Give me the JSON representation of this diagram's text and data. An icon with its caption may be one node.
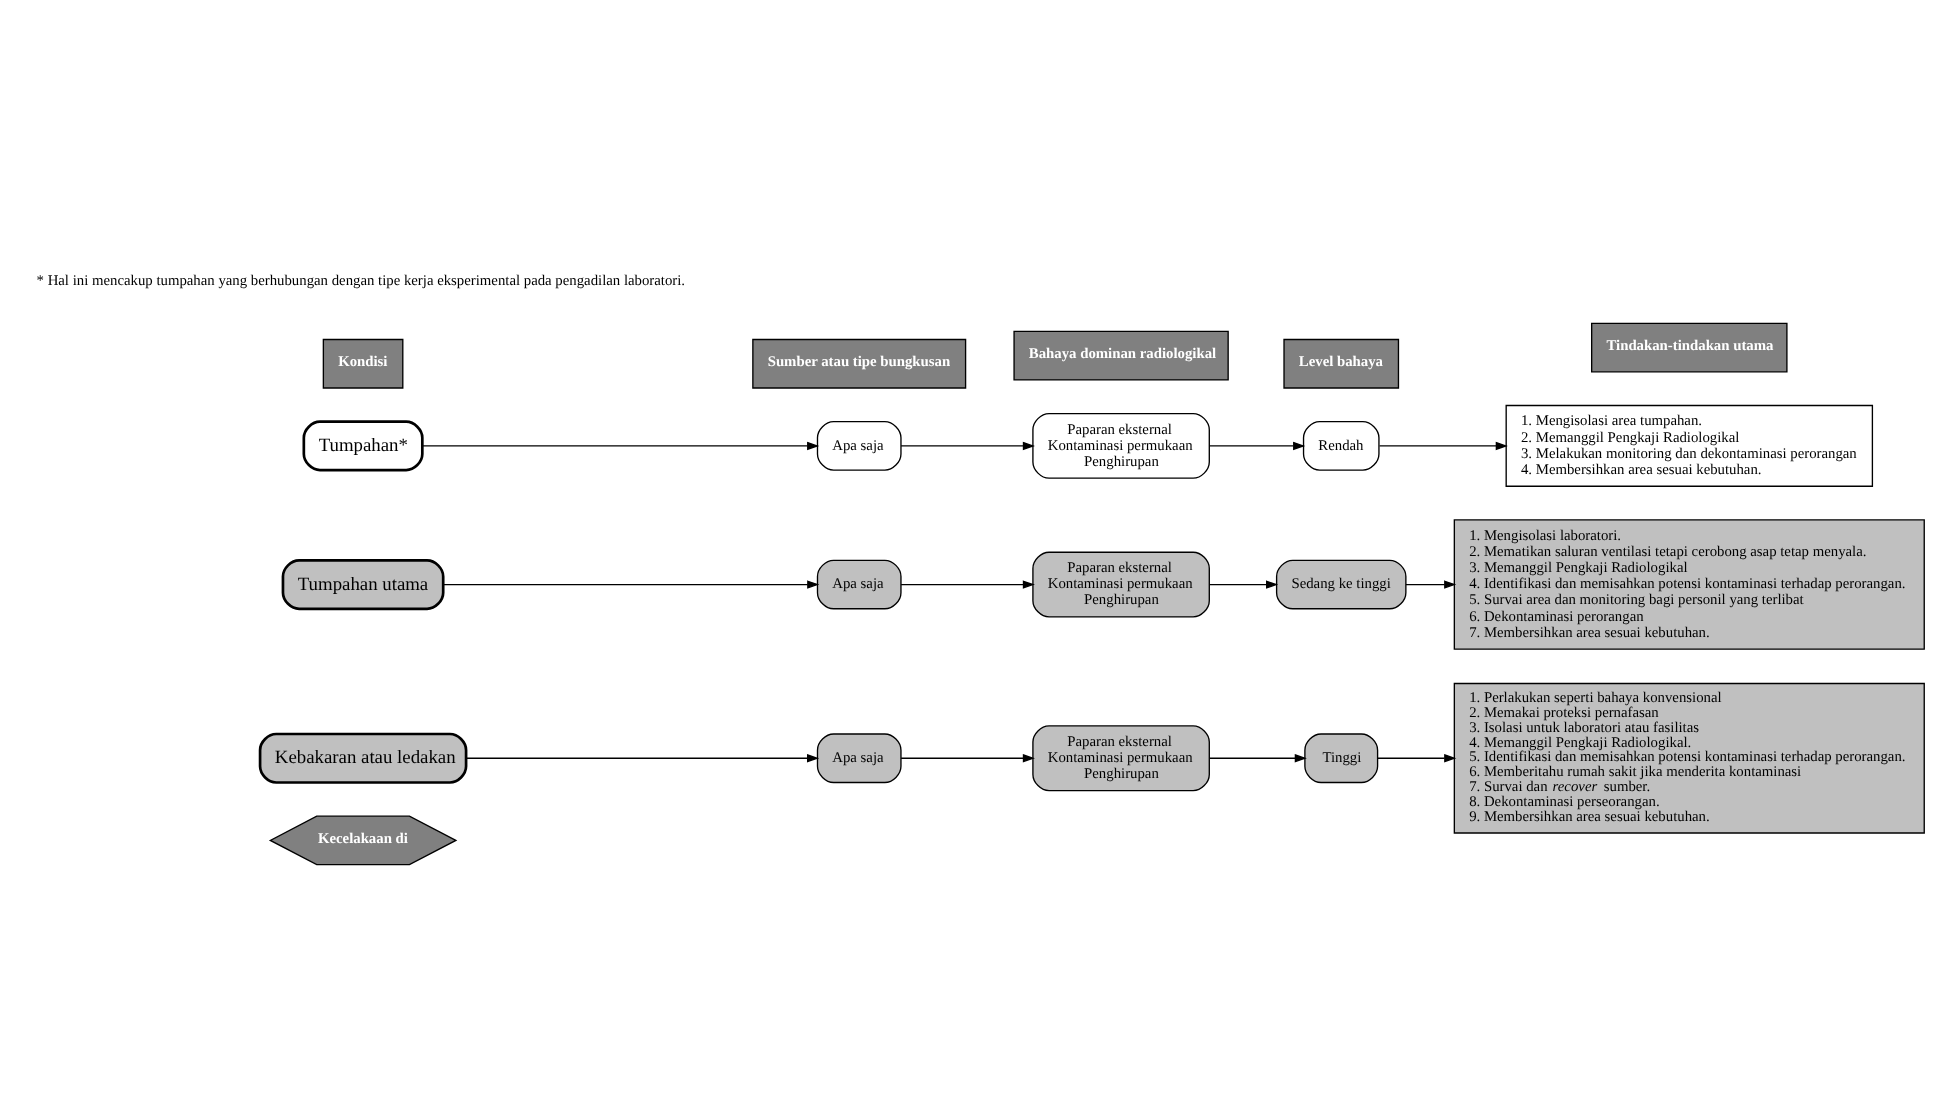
{
  "diagram": {
    "nodes": [
      {
        "text": [
          "Kondisi"
        ]
      },
      {
        "text": [
          "Sumber atau tipe bungkusan"
        ]
      },
      {
        "text": [
          "Bahaya dominan radiologikal"
        ]
      },
      {
        "text": [
          "Level bahaya"
        ]
      },
      {
        "text": [
          "Tindakan-tindakan utama"
        ]
      },
      {
        "text": [
          "Tumpahan*"
        ]
      },
      {
        "text": [
          "Apa saja"
        ]
      },
      {
        "text": [
          "Paparan eksternal",
          "Kontaminasi permukaan",
          "Penghirupan"
        ]
      },
      {
        "text": [
          "Rendah"
        ]
      },
      {
        "text": [
          "1. Mengisolasi area tumpahan.",
          "2. Memanggil Pengkaji Radiologikal",
          "3. Melakukan monitoring dan dekontaminasi perorangan",
          "4. Membersihkan area sesuai kebutuhan."
        ]
      },
      {
        "text": [
          "Tumpahan utama"
        ]
      },
      {
        "text": [
          "Apa saja"
        ]
      },
      {
        "text": [
          "Paparan eksternal",
          "Kontaminasi permukaan",
          "Penghirupan"
        ]
      },
      {
        "text": [
          "Sedang ke tinggi"
        ]
      },
      {
        "text": [
          "1. Mengisolasi laboratori.",
          "2. Mematikan saluran ventilasi tetapi cerobong asap tetap menyala.",
          "3. Memanggil Pengkaji Radiologikal",
          "4. Identifikasi dan memisahkan potensi kontaminasi terhadap perorangan.",
          "5. Survai area dan monitoring bagi personil yang terlibat",
          "6. Dekontaminasi perorangan",
          "7. Membersihkan area sesuai kebutuhan."
        ]
      },
      {
        "text": [
          "Kebakaran atau ledakan"
        ]
      },
      {
        "text": [
          "Apa saja"
        ]
      },
      {
        "text": [
          "Paparan eksternal",
          "Kontaminasi permukaan",
          "Penghirupan"
        ]
      },
      {
        "text": [
          "Tinggi"
        ]
      },
      {
        "text": [
          "1. Perlakukan seperti bahaya konvensional",
          "2. Memakai proteksi pernafasan",
          "3. Isolasi untuk laboratori atau fasilitas",
          "4. Memanggil Pengkaji Radiologikal.",
          "5. Identifikasi dan memisahkan potensi kontaminasi terhadap perorangan.",
          "6. Memberitahu rumah sakit jika menderita kontaminasi",
          "7. Survai dan *recover* sumber.",
          "8. Dekontaminasi perseorangan.",
          "9. Membersihkan area sesuai kebutuhan."
        ]
      },
      {
        "text": [
          "Kecelakaan di"
        ]
      }
    ],
    "edges": [
      {
        "from": 5,
        "to": 6,
        "arrow": "to"
      },
      {
        "from": 6,
        "to": 7,
        "arrow": "to"
      },
      {
        "from": 7,
        "to": 8,
        "arrow": "to"
      },
      {
        "from": 8,
        "to": 9,
        "arrow": "to"
      },
      {
        "from": 10,
        "to": 11,
        "arrow": "to"
      },
      {
        "from": 11,
        "to": 12,
        "arrow": "to"
      },
      {
        "from": 12,
        "to": 13,
        "arrow": "to"
      },
      {
        "from": 13,
        "to": 14,
        "arrow": "to"
      },
      {
        "from": 15,
        "to": 16,
        "arrow": "to"
      },
      {
        "from": 16,
        "to": 17,
        "arrow": "to"
      },
      {
        "from": 17,
        "to": 18,
        "arrow": "to"
      },
      {
        "from": 18,
        "to": 19,
        "arrow": "to"
      }
    ],
    "labels": [
      "* Hal ini mencakup tumpahan yang berhubungan dengan tipe kerja eksperimental pada pengadilan laboratori."
    ]
  }
}
